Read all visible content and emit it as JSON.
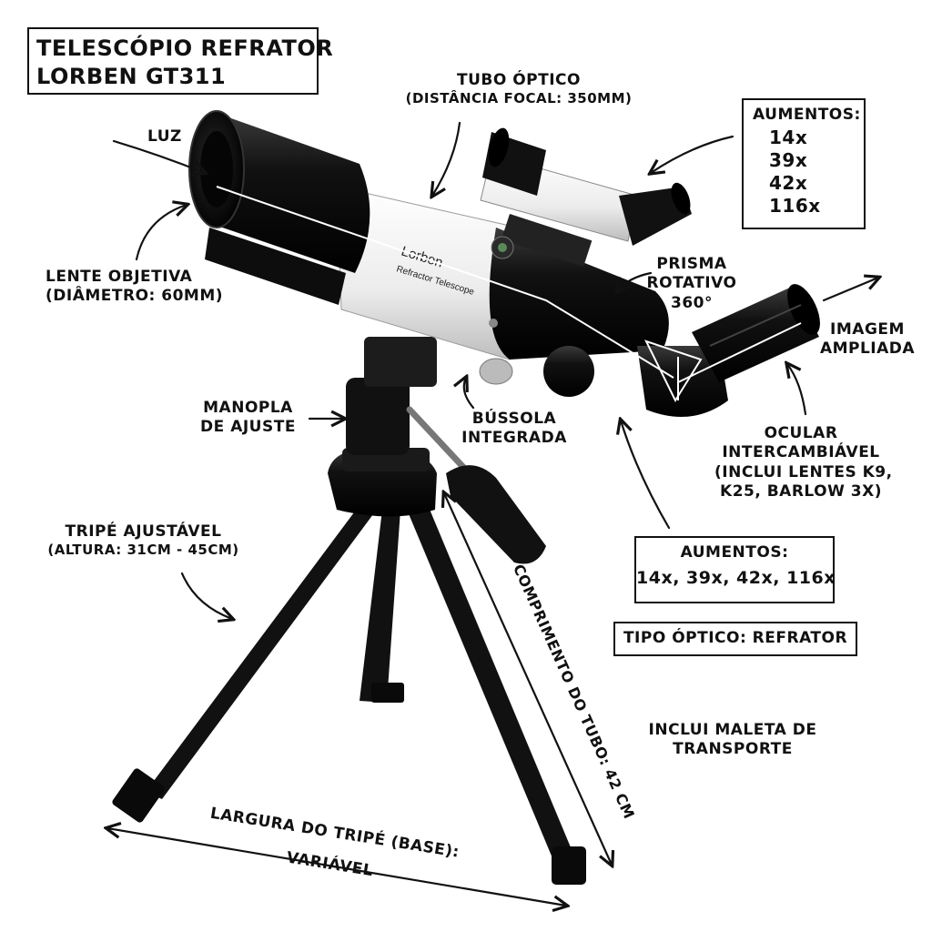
{
  "title": {
    "line1": "TELESCÓPIO REFRATOR",
    "line2": "LORBEN GT311"
  },
  "labels": {
    "tube": {
      "line1": "TUBO ÓPTICO",
      "line2": "(DISTÂNCIA FOCAL: 350mm)"
    },
    "light": "LUZ",
    "objective": {
      "line1": "LENTE OBJETIVA",
      "line2": "(DIÂMETRO: 60mm)"
    },
    "prism": {
      "line1": "PRISMA",
      "line2": "ROTATIVO",
      "line3": "360°"
    },
    "image": {
      "line1": "IMAGEM",
      "line2": "AMPLIADA"
    },
    "knob": {
      "line1": "MANOPLA",
      "line2": "DE AJUSTE"
    },
    "compass": {
      "line1": "BÚSSOLA",
      "line2": "INTEGRADA"
    },
    "eyepiece": {
      "line1": "OCULAR",
      "line2": "INTERCAMBIÁVEL",
      "line3": "(INCLUI LENTES K9,",
      "line4": "K25, BARLOW 3X)"
    },
    "tripod": {
      "line1": "TRIPÉ AJUSTÁVEL",
      "line2": "(ALTURA: 31cm - 45cm)"
    },
    "tube_length": "COMPRIMENTO DO TUBO: 42 cm",
    "tripod_width": {
      "line1": "LARGURA DO TRIPÉ (BASE):",
      "line2": "VARIÁVEL"
    },
    "case": {
      "line1": "INCLUI MALETA DE",
      "line2": "TRANSPORTE"
    }
  },
  "magnification_list": {
    "heading": "AUMENTOS:",
    "items": [
      "14x",
      "39x",
      "42x",
      "116x"
    ]
  },
  "magnification_inline": {
    "heading": "AUMENTOS:",
    "value": "14x, 39x, 42x, 116x"
  },
  "optical_type": "TIPO ÓPTICO: REFRATOR",
  "tube_brand": {
    "name": "Lorben",
    "model": "Refractor Telescope"
  }
}
